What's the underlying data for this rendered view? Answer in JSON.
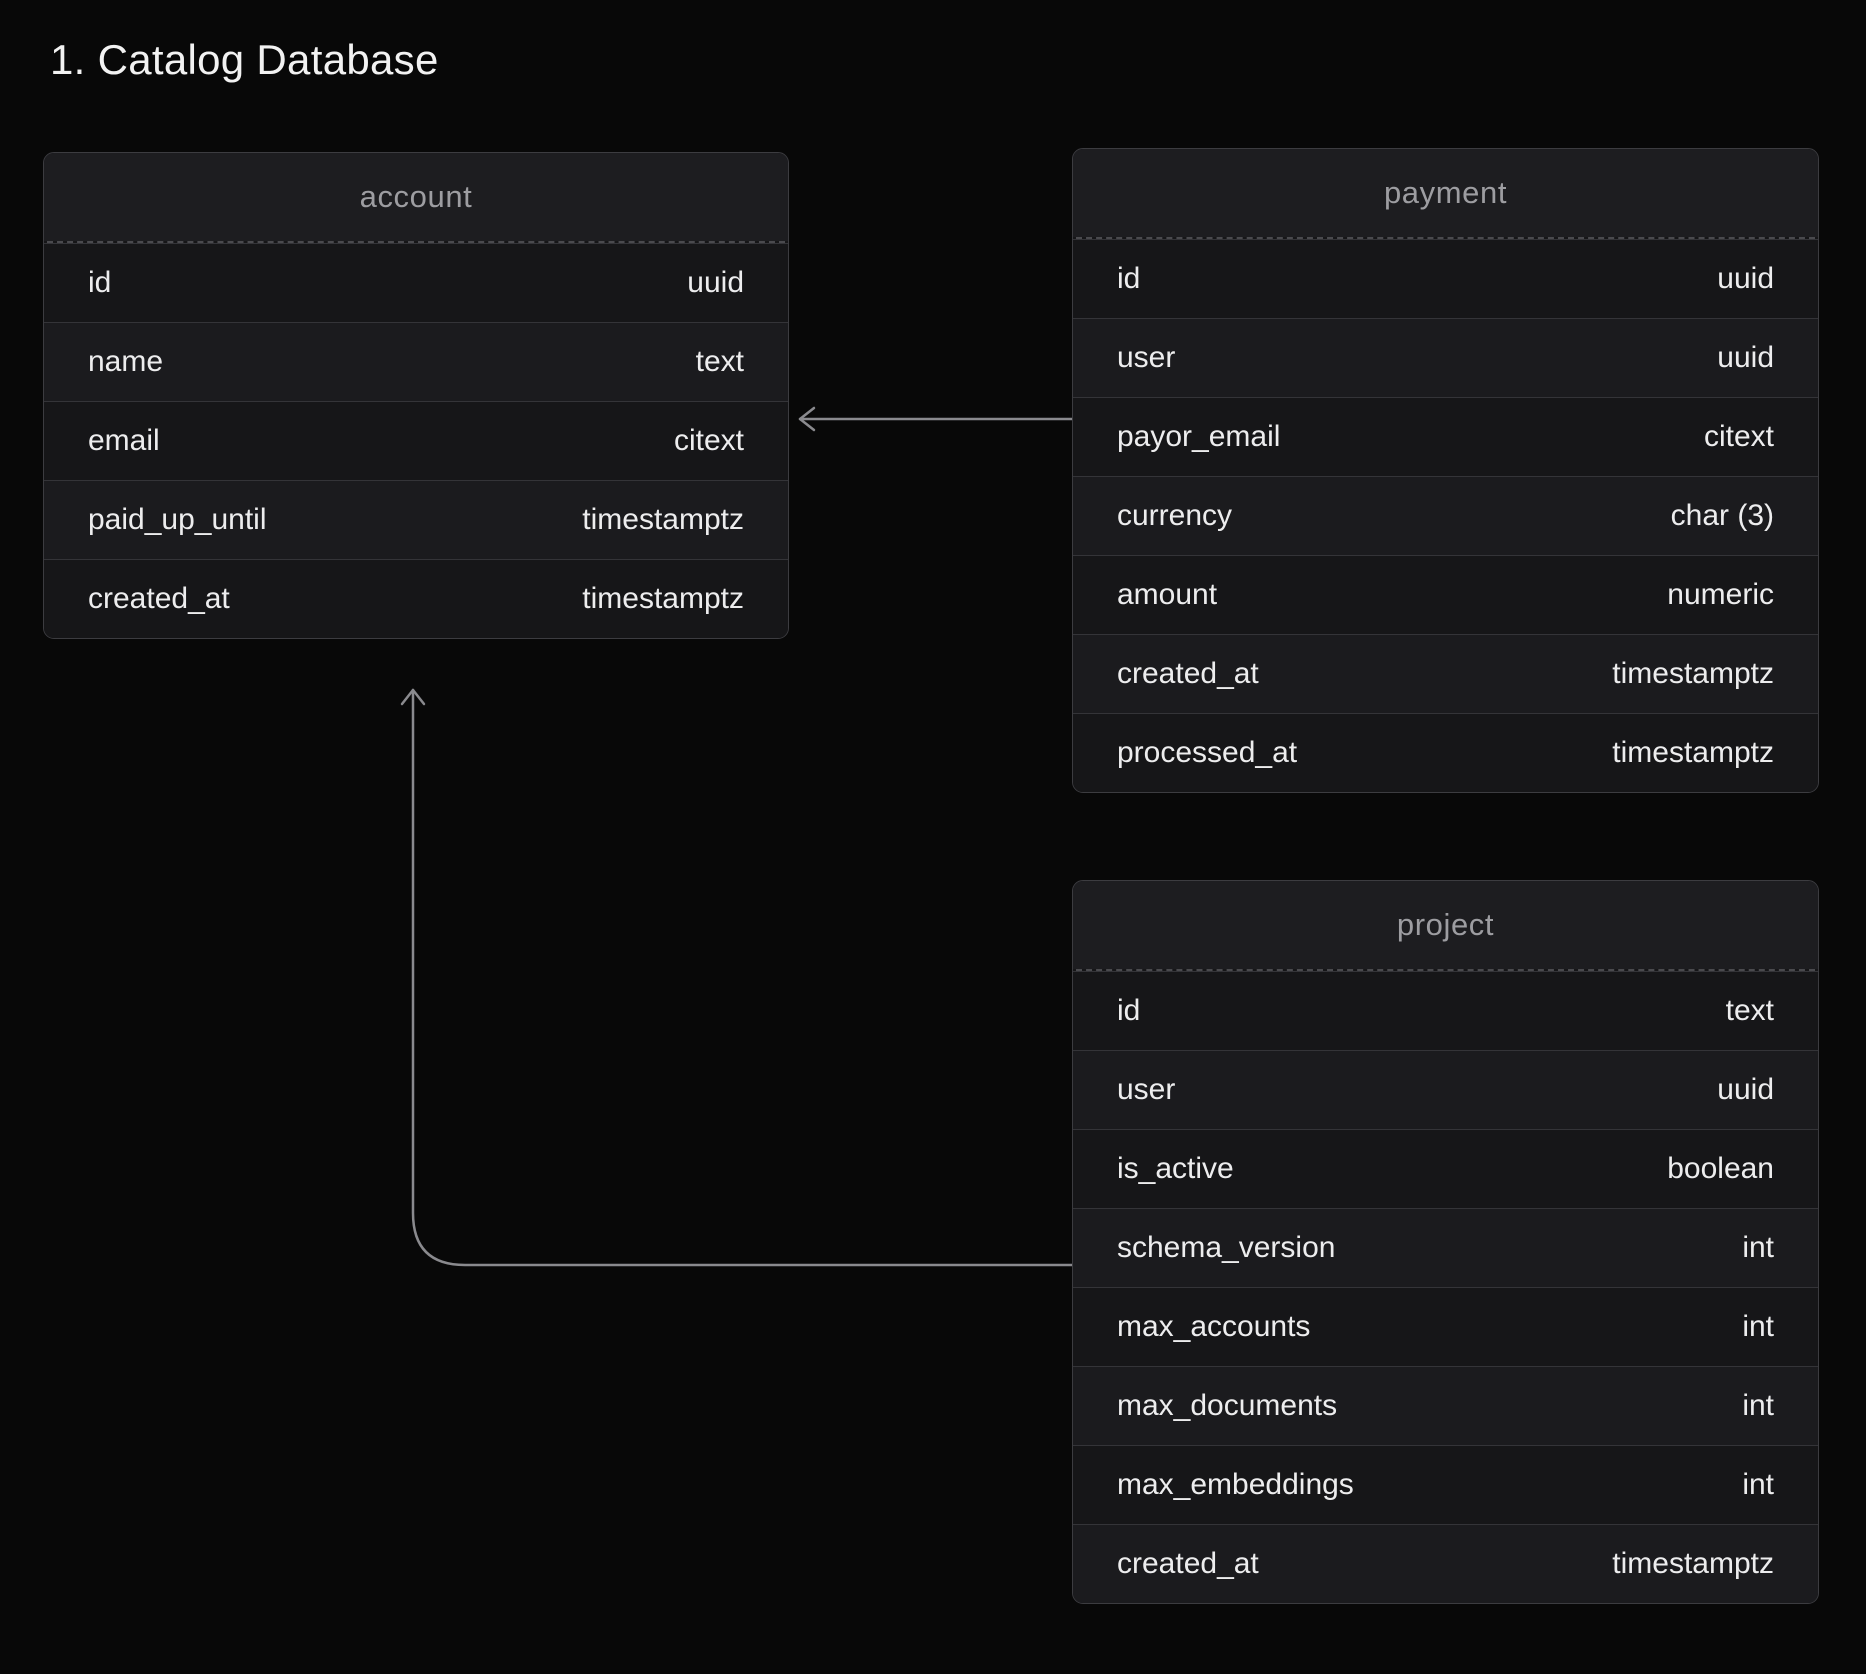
{
  "title": "1. Catalog Database",
  "theme": {
    "background": "#080808",
    "card_fill": "#161618",
    "card_border": "#3c3c40",
    "title_text": "#9d9da1",
    "field_text": "#ededee",
    "connector": "#8a8a8e"
  },
  "entities": [
    {
      "name": "account",
      "fields": [
        {
          "name": "id",
          "type": "uuid"
        },
        {
          "name": "name",
          "type": "text"
        },
        {
          "name": "email",
          "type": "citext"
        },
        {
          "name": "paid_up_until",
          "type": "timestamptz"
        },
        {
          "name": "created_at",
          "type": "timestamptz"
        }
      ]
    },
    {
      "name": "payment",
      "fields": [
        {
          "name": "id",
          "type": "uuid"
        },
        {
          "name": "user",
          "type": "uuid"
        },
        {
          "name": "payor_email",
          "type": "citext"
        },
        {
          "name": "currency",
          "type": "char (3)"
        },
        {
          "name": "amount",
          "type": "numeric"
        },
        {
          "name": "created_at",
          "type": "timestamptz"
        },
        {
          "name": "processed_at",
          "type": "timestamptz"
        }
      ]
    },
    {
      "name": "project",
      "fields": [
        {
          "name": "id",
          "type": "text"
        },
        {
          "name": "user",
          "type": "uuid"
        },
        {
          "name": "is_active",
          "type": "boolean"
        },
        {
          "name": "schema_version",
          "type": "int"
        },
        {
          "name": "max_accounts",
          "type": "int"
        },
        {
          "name": "max_documents",
          "type": "int"
        },
        {
          "name": "max_embeddings",
          "type": "int"
        },
        {
          "name": "created_at",
          "type": "timestamptz"
        }
      ]
    }
  ],
  "relations": [
    {
      "from": "payment",
      "to": "account"
    },
    {
      "from": "project",
      "to": "account"
    }
  ]
}
